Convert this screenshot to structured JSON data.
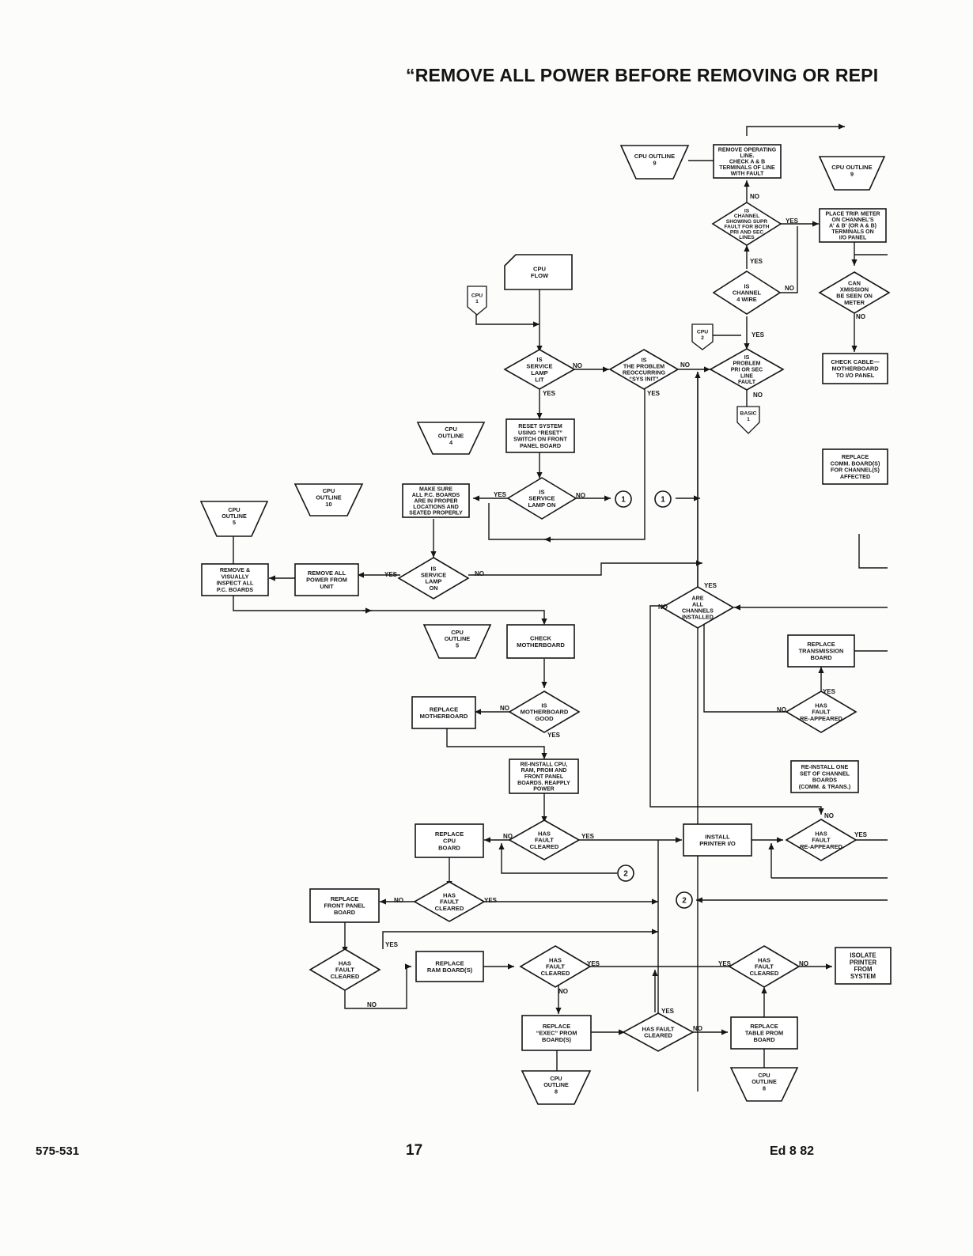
{
  "header": {
    "warning": "“REMOVE ALL POWER BEFORE REMOVING OR REPI"
  },
  "footer": {
    "doc_number": "575-531",
    "page_number": "17",
    "edition": "Ed 8 82"
  },
  "labels": {
    "yes": "YES",
    "no": "NO"
  },
  "offpage": {
    "cpu_outline_9_a": [
      "CPU OUTLINE",
      "9"
    ],
    "cpu_outline_9_b": [
      "CPU OUTLINE",
      "9"
    ],
    "cpu_outline_4": [
      "CPU",
      "OUTLINE",
      "4"
    ],
    "cpu_outline_10": [
      "CPU",
      "OUTLINE",
      "10"
    ],
    "cpu_outline_5_a": [
      "CPU",
      "OUTLINE",
      "5"
    ],
    "cpu_outline_5_b": [
      "CPU",
      "OUTLINE",
      "5"
    ],
    "cpu_outline_8_a": [
      "CPU",
      "OUTLINE",
      "8"
    ],
    "cpu_outline_8_b": [
      "CPU",
      "OUTLINE",
      "8"
    ]
  },
  "connectors": {
    "cpu_1": [
      "CPU",
      "1"
    ],
    "cpu_2": [
      "CPU",
      "2"
    ],
    "basic_1": [
      "BASIC",
      "1"
    ],
    "circle_1": "1",
    "circle_2": "2"
  },
  "terminal": {
    "cpu_flow": [
      "CPU",
      "FLOW"
    ]
  },
  "process": {
    "remove_operating_line": [
      "REMOVE OPERATING",
      "LINE.",
      "CHECK A & B",
      "TERMINALS OF LINE",
      "WITH FAULT"
    ],
    "place_trip_meter": [
      "PLACE TRIP. METER",
      "ON CHANNEL'S",
      "A' & B' (OR A & B)",
      "TERMINALS ON",
      "I/O PANEL"
    ],
    "check_cable": [
      "CHECK CABLE—",
      "MOTHERBOARD",
      "TO I/O PANEL"
    ],
    "replace_comm_boards": [
      "REPLACE",
      "COMM. BOARD(S)",
      "FOR CHANNEL(S)",
      "AFFECTED"
    ],
    "reset_system": [
      "RESET SYSTEM",
      "USING “RESET”",
      "SWITCH ON FRONT",
      "PANEL BOARD"
    ],
    "make_sure": [
      "MAKE SURE",
      "ALL P.C. BOARDS",
      "ARE IN PROPER",
      "LOCATIONS AND",
      "SEATED PROPERLY"
    ],
    "remove_visually": [
      "REMOVE &",
      "VISUALLY",
      "INSPECT ALL",
      "P.C. BOARDS"
    ],
    "remove_all_power": [
      "REMOVE ALL",
      "POWER FROM",
      "UNIT"
    ],
    "check_motherboard": [
      "CHECK",
      "MOTHERBOARD"
    ],
    "replace_motherboard": [
      "REPLACE",
      "MOTHERBOARD"
    ],
    "reinstall_cpu": [
      "RE-INSTALL CPU,",
      "RAM, PROM AND",
      "FRONT PANEL",
      "BOARDS. REAPPLY",
      "POWER"
    ],
    "replace_cpu_board": [
      "REPLACE",
      "CPU",
      "BOARD"
    ],
    "replace_front_panel": [
      "REPLACE",
      "FRONT PANEL",
      "BOARD"
    ],
    "replace_ram": [
      "REPLACE",
      "RAM BOARD(S)"
    ],
    "replace_exec_prom": [
      "REPLACE",
      "“EXEC” PROM",
      "BOARD(S)"
    ],
    "replace_table_prom": [
      "REPLACE",
      "TABLE PROM",
      "BOARD"
    ],
    "install_printer": [
      "INSTALL",
      "PRINTER I/O"
    ],
    "replace_transmission": [
      "REPLACE",
      "TRANSMISSION",
      "BOARD"
    ],
    "reinstall_one_set": [
      "RE-INSTALL ONE",
      "SET OF CHANNEL",
      "BOARDS",
      "(COMM. & TRANS.)"
    ],
    "isolate_printer": [
      "ISOLATE",
      "PRINTER",
      "FROM",
      "SYSTEM"
    ]
  },
  "decision": {
    "channel_showing_supr": [
      "IS",
      "CHANNEL",
      "SHOWING SUPR",
      "FAULT FOR BOTH",
      "PRI AND SEC",
      "LINES"
    ],
    "can_xmission": [
      "CAN",
      "XMISSION",
      "BE SEEN ON",
      "METER"
    ],
    "channel_4wire": [
      "IS",
      "CHANNEL",
      "4 WIRE"
    ],
    "service_lamp_lit": [
      "IS",
      "SERVICE",
      "LAMP",
      "LIT"
    ],
    "problem_reoccurring": [
      "IS",
      "THE PROBLEM",
      "REOCCURRING",
      "“SYS INIT”"
    ],
    "problem_pri_sec": [
      "IS",
      "PROBLEM",
      "PRI OR SEC",
      "LINE",
      "FAULT"
    ],
    "service_lamp_on_1": [
      "IS",
      "SERVICE",
      "LAMP ON"
    ],
    "service_lamp_on_2": [
      "IS",
      "SERVICE",
      "LAMP",
      "ON"
    ],
    "all_channels_installed": [
      "ARE",
      "ALL",
      "CHANNELS",
      "INSTALLED"
    ],
    "motherboard_good": [
      "IS",
      "MOTHERBOARD",
      "GOOD"
    ],
    "fault_reappeared_1": [
      "HAS",
      "FAULT",
      "RE-APPEARED"
    ],
    "fault_cleared_1": [
      "HAS",
      "FAULT",
      "CLEARED"
    ],
    "fault_reappeared_2": [
      "HAS",
      "FAULT",
      "RE-APPEARED"
    ],
    "fault_cleared_2": [
      "HAS",
      "FAULT",
      "CLEARED"
    ],
    "fault_cleared_3": [
      "HAS",
      "FAULT",
      "CLEARED"
    ],
    "fault_cleared_4": [
      "HAS",
      "FAULT",
      "CLEARED"
    ],
    "fault_cleared_5": [
      "HAS",
      "FAULT",
      "CLEARED"
    ],
    "fault_cleared_6": [
      "HAS FAULT",
      "CLEARED"
    ]
  }
}
